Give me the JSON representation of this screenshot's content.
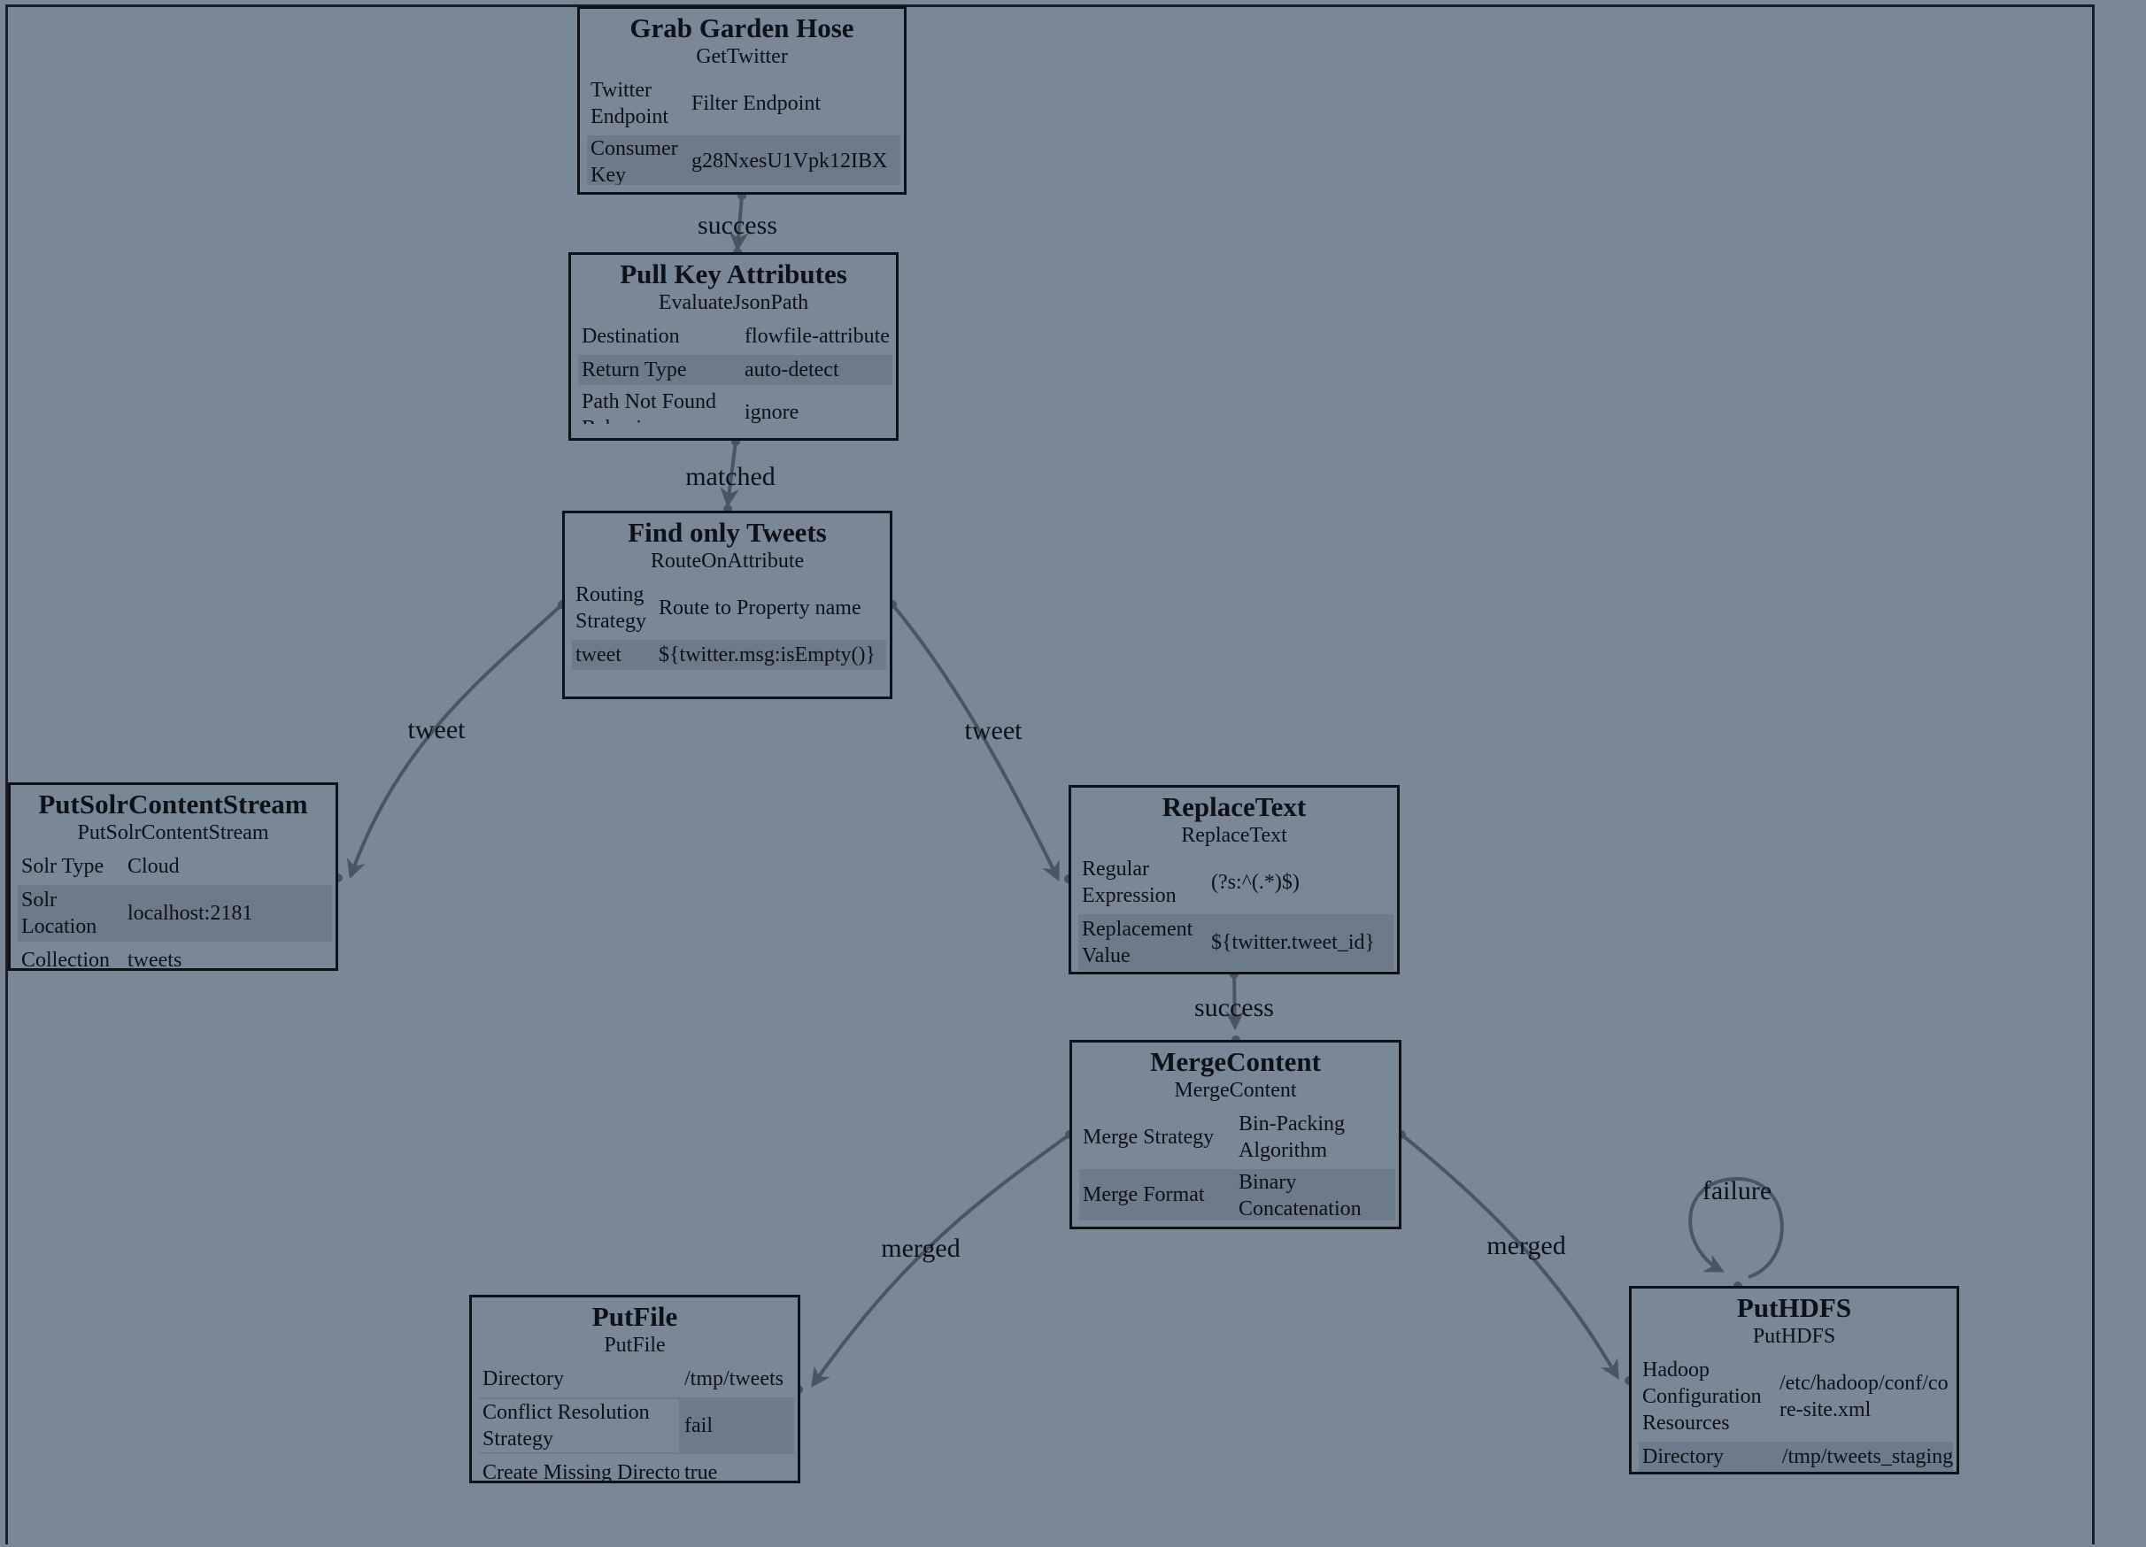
{
  "nodes": {
    "grab_garden_hose": {
      "title": "Grab Garden Hose",
      "type": "GetTwitter",
      "props": [
        {
          "key": "Twitter Endpoint",
          "value": "Filter Endpoint"
        },
        {
          "key": "Consumer Key",
          "value": "g28NxesU1Vpk12IBX"
        }
      ]
    },
    "pull_key_attributes": {
      "title": "Pull Key Attributes",
      "type": "EvaluateJsonPath",
      "props": [
        {
          "key": "Destination",
          "value": "flowfile-attribute"
        },
        {
          "key": "Return Type",
          "value": "auto-detect"
        },
        {
          "key": "Path Not Found Behavior",
          "value": "ignore"
        }
      ]
    },
    "find_only_tweets": {
      "title": "Find only Tweets",
      "type": "RouteOnAttribute",
      "props": [
        {
          "key": "Routing Strategy",
          "value": "Route to Property name"
        },
        {
          "key": "tweet",
          "value": "${twitter.msg:isEmpty()}"
        }
      ]
    },
    "put_solr": {
      "title": "PutSolrContentStream",
      "type": "PutSolrContentStream",
      "props": [
        {
          "key": "Solr Type",
          "value": "Cloud"
        },
        {
          "key": "Solr Location",
          "value": "localhost:2181"
        },
        {
          "key": "Collection",
          "value": "tweets"
        }
      ]
    },
    "replace_text": {
      "title": "ReplaceText",
      "type": "ReplaceText",
      "props": [
        {
          "key": "Regular Expression",
          "value": "(?s:^(.*)$)"
        },
        {
          "key": "Replacement Value",
          "value": "${twitter.tweet_id}"
        }
      ]
    },
    "merge_content": {
      "title": "MergeContent",
      "type": "MergeContent",
      "props": [
        {
          "key": "Merge Strategy",
          "value": "Bin-Packing Algorithm"
        },
        {
          "key": "Merge Format",
          "value": "Binary Concatenation"
        }
      ]
    },
    "put_file": {
      "title": "PutFile",
      "type": "PutFile",
      "props": [
        {
          "key": "Directory",
          "value": "/tmp/tweets"
        },
        {
          "key": "Conflict Resolution Strategy",
          "value": "fail"
        },
        {
          "key": "Create Missing Directories",
          "value": "true"
        }
      ]
    },
    "put_hdfs": {
      "title": "PutHDFS",
      "type": "PutHDFS",
      "props": [
        {
          "key": "Hadoop Configuration Resources",
          "value": "/etc/hadoop/conf/core-site.xml"
        },
        {
          "key": "Directory",
          "value": "/tmp/tweets_staging"
        }
      ]
    }
  },
  "edges": [
    {
      "from": "Grab Garden Hose",
      "to": "Pull Key Attributes",
      "label": "success"
    },
    {
      "from": "Pull Key Attributes",
      "to": "Find only Tweets",
      "label": "matched"
    },
    {
      "from": "Find only Tweets",
      "to": "PutSolrContentStream",
      "label": "tweet"
    },
    {
      "from": "Find only Tweets",
      "to": "ReplaceText",
      "label": "tweet"
    },
    {
      "from": "ReplaceText",
      "to": "MergeContent",
      "label": "success"
    },
    {
      "from": "MergeContent",
      "to": "PutFile",
      "label": "merged"
    },
    {
      "from": "MergeContent",
      "to": "PutHDFS",
      "label": "merged"
    },
    {
      "from": "PutHDFS",
      "to": "PutHDFS",
      "label": "failure"
    }
  ],
  "colors": {
    "background": "#7a8797",
    "edge": "#4a5563",
    "border": "#0d1118"
  }
}
